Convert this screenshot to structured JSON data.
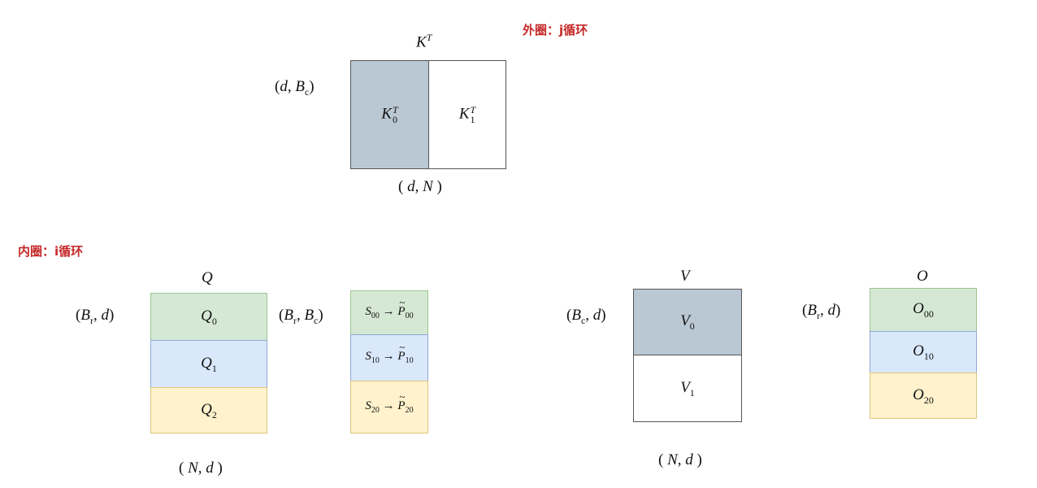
{
  "notes": {
    "outer": "外圈：j循环",
    "inner": "内圈：i循环"
  },
  "colors": {
    "green": "#d5e8d4",
    "blue": "#dae8fc",
    "yellow": "#fff2cc",
    "grey": "#bac8d3",
    "note": "#c62828"
  },
  "kt": {
    "title": [
      {
        "b": "K",
        "sup": "T"
      }
    ],
    "left_shape": [
      {
        "b": "("
      },
      {
        "b": "d"
      },
      {
        "b": ", "
      },
      {
        "b": "B",
        "sub": "c"
      },
      {
        "b": ")"
      }
    ],
    "bottom_shape": [
      {
        "b": "( "
      },
      {
        "b": "d"
      },
      {
        "b": ", "
      },
      {
        "b": "N"
      },
      {
        "b": " )"
      }
    ],
    "cells": [
      [
        {
          "b": "K",
          "sub": "0",
          "sup": "T"
        }
      ],
      [
        {
          "b": "K",
          "sub": "1",
          "sup": "T"
        }
      ]
    ]
  },
  "q": {
    "title": [
      {
        "b": "Q"
      }
    ],
    "left_shape": [
      {
        "b": "("
      },
      {
        "b": "B",
        "sub": "r"
      },
      {
        "b": ", "
      },
      {
        "b": "d"
      },
      {
        "b": ")"
      }
    ],
    "bottom_shape": [
      {
        "b": "( "
      },
      {
        "b": "N"
      },
      {
        "b": ", "
      },
      {
        "b": "d"
      },
      {
        "b": " )"
      }
    ],
    "cells": [
      [
        {
          "b": "Q",
          "sub": "0"
        }
      ],
      [
        {
          "b": "Q",
          "sub": "1"
        }
      ],
      [
        {
          "b": "Q",
          "sub": "2"
        }
      ]
    ]
  },
  "s": {
    "left_shape": [
      {
        "b": "("
      },
      {
        "b": "B",
        "sub": "r"
      },
      {
        "b": ", "
      },
      {
        "b": "B",
        "sub": "c"
      },
      {
        "b": ")"
      }
    ],
    "cells": [
      [
        {
          "b": "S",
          "sub": "00"
        },
        {
          "b": " → "
        },
        {
          "b": "P",
          "sub": "00",
          "tilde": true
        }
      ],
      [
        {
          "b": "S",
          "sub": "10"
        },
        {
          "b": " → "
        },
        {
          "b": "P",
          "sub": "10",
          "tilde": true
        }
      ],
      [
        {
          "b": "S",
          "sub": "20"
        },
        {
          "b": " → "
        },
        {
          "b": "P",
          "sub": "20",
          "tilde": true
        }
      ]
    ]
  },
  "v": {
    "title": [
      {
        "b": "V"
      }
    ],
    "left_shape": [
      {
        "b": "("
      },
      {
        "b": "B",
        "sub": "c"
      },
      {
        "b": ", "
      },
      {
        "b": "d"
      },
      {
        "b": ")"
      }
    ],
    "bottom_shape": [
      {
        "b": "( "
      },
      {
        "b": "N"
      },
      {
        "b": ", "
      },
      {
        "b": "d"
      },
      {
        "b": " )"
      }
    ],
    "cells": [
      [
        {
          "b": "V",
          "sub": "0"
        }
      ],
      [
        {
          "b": "V",
          "sub": "1"
        }
      ]
    ]
  },
  "o": {
    "title": [
      {
        "b": "O"
      }
    ],
    "left_shape": [
      {
        "b": "("
      },
      {
        "b": "B",
        "sub": "r"
      },
      {
        "b": ", "
      },
      {
        "b": "d"
      },
      {
        "b": ")"
      }
    ],
    "cells": [
      [
        {
          "b": "O",
          "sub": "00"
        }
      ],
      [
        {
          "b": "O",
          "sub": "10"
        }
      ],
      [
        {
          "b": "O",
          "sub": "20"
        }
      ]
    ]
  }
}
